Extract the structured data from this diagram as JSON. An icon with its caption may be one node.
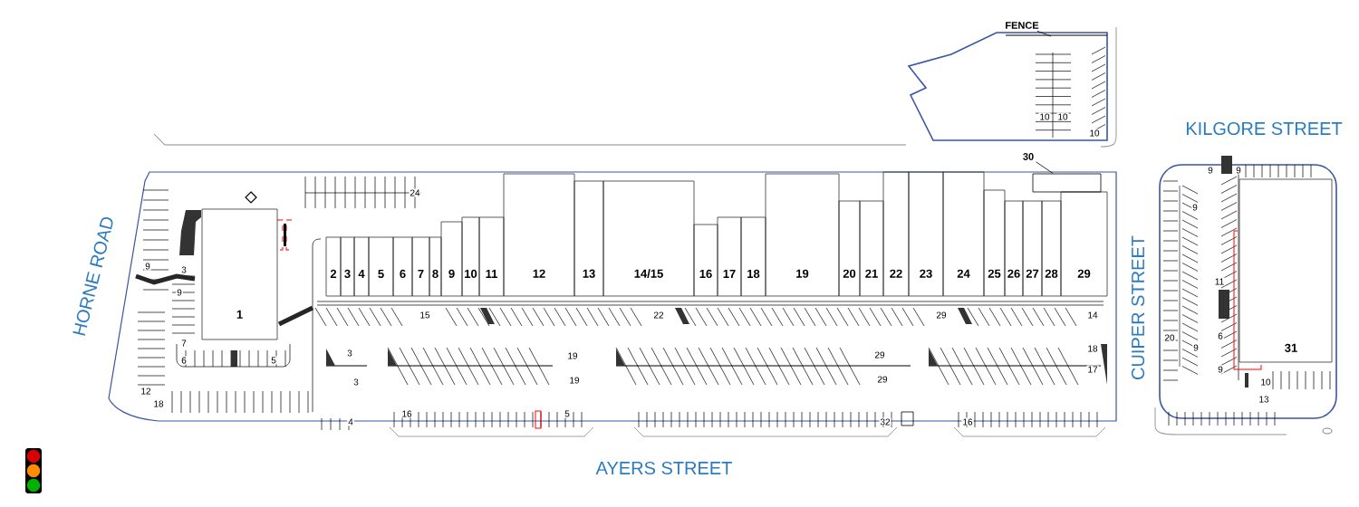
{
  "diagram": {
    "nodes": [
      {
        "text": [
          "1"
        ]
      },
      {
        "text": [
          "2"
        ]
      },
      {
        "text": [
          "3"
        ]
      },
      {
        "text": [
          "4"
        ]
      },
      {
        "text": [
          "5"
        ]
      },
      {
        "text": [
          "6"
        ]
      },
      {
        "text": [
          "7"
        ]
      },
      {
        "text": [
          "8"
        ]
      },
      {
        "text": [
          "9"
        ]
      },
      {
        "text": [
          "10"
        ]
      },
      {
        "text": [
          "11"
        ]
      },
      {
        "text": [
          "12"
        ]
      },
      {
        "text": [
          "13"
        ]
      },
      {
        "text": [
          "14/15"
        ]
      },
      {
        "text": [
          "16"
        ]
      },
      {
        "text": [
          "17"
        ]
      },
      {
        "text": [
          "18"
        ]
      },
      {
        "text": [
          "19"
        ]
      },
      {
        "text": [
          "20"
        ]
      },
      {
        "text": [
          "21"
        ]
      },
      {
        "text": [
          "22"
        ]
      },
      {
        "text": [
          "23"
        ]
      },
      {
        "text": [
          "24"
        ]
      },
      {
        "text": [
          "25"
        ]
      },
      {
        "text": [
          "26"
        ]
      },
      {
        "text": [
          "27"
        ]
      },
      {
        "text": [
          "28"
        ]
      },
      {
        "text": [
          "29"
        ]
      },
      {
        "text": [
          "30"
        ]
      },
      {
        "text": [],
        "shape": "box"
      },
      {
        "text": [
          "31"
        ]
      },
      {
        "text": [
          "FENCE"
        ]
      }
    ],
    "edges": [
      {
        "from": 28,
        "to": 29,
        "arrow": "none"
      },
      {
        "from": 31,
        "to": null,
        "arrow": "none"
      }
    ],
    "labels": [
      "10",
      "10",
      "10",
      "KILGORE STREET",
      "9",
      "9",
      "24",
      "9",
      "HORNE ROAD",
      "9",
      "3",
      "11",
      "9",
      "15",
      "22",
      "29",
      "14",
      "CUIPER STREET",
      "7",
      "3",
      "19",
      "29",
      "18",
      "20",
      "9",
      "6",
      "6",
      "5",
      "3",
      "19",
      "29",
      "17",
      "9",
      "10",
      "12",
      "18",
      "13",
      "4",
      "16",
      "5",
      "32",
      "16",
      "AYERS STREET"
    ]
  }
}
